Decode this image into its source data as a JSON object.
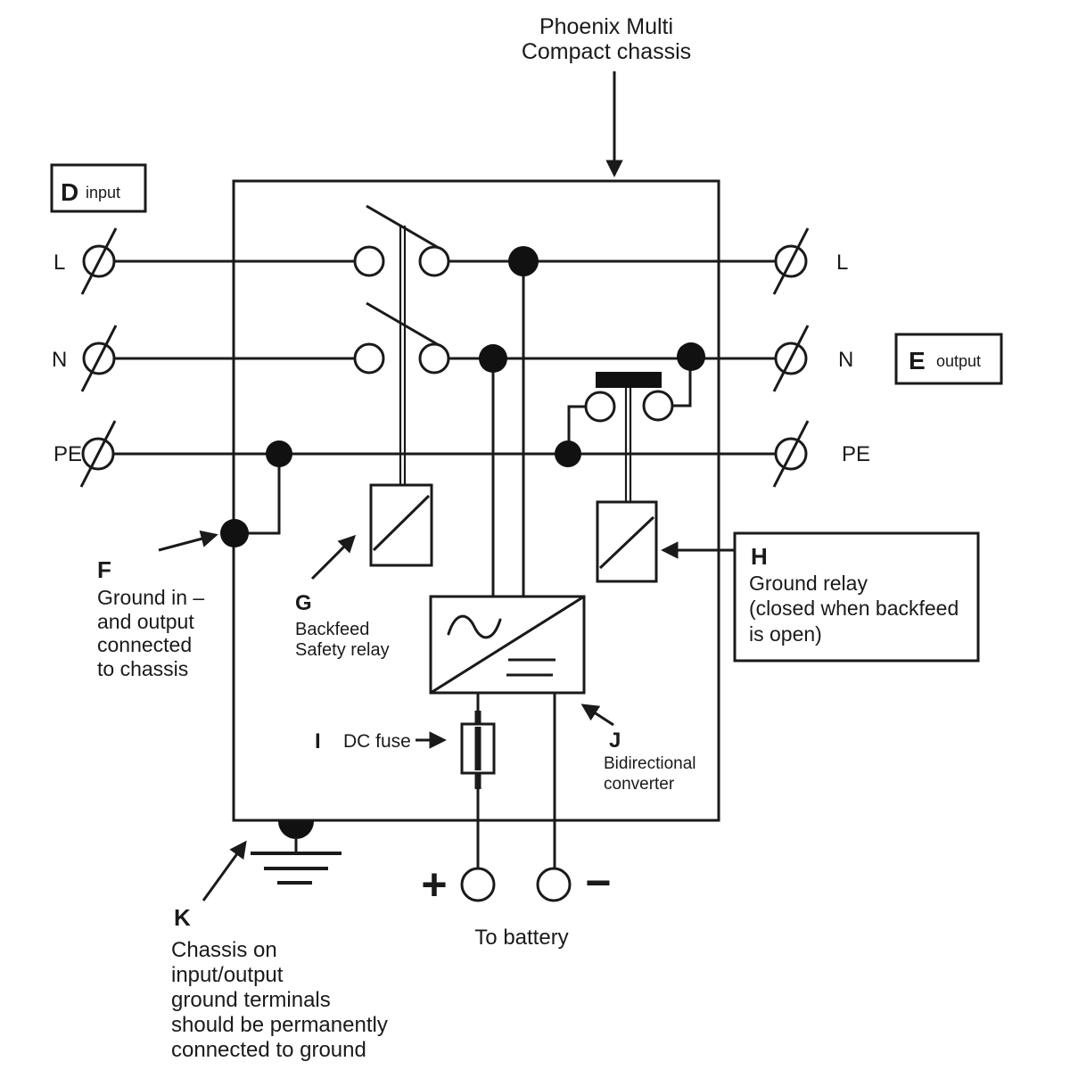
{
  "colors": {
    "ink": "#1a1a1a",
    "background": "#ffffff"
  },
  "title": {
    "lines": [
      "Phoenix Multi",
      "Compact chassis"
    ]
  },
  "input_label": {
    "letter": "D",
    "text": "input"
  },
  "output_label": {
    "letter": "E",
    "text": "output"
  },
  "input_terminals": {
    "l": "L",
    "n": "N",
    "pe": "PE"
  },
  "output_terminals": {
    "l": "L",
    "n": "N",
    "pe": "PE"
  },
  "callouts": {
    "f": {
      "letter": "F",
      "lines": [
        "Ground in –",
        "and output",
        "connected",
        "to chassis"
      ]
    },
    "g": {
      "letter": "G",
      "lines": [
        "Backfeed",
        "Safety relay"
      ]
    },
    "h": {
      "letter": "H",
      "lines": [
        "Ground relay",
        "(closed when backfeed",
        "is open)"
      ]
    },
    "i": {
      "letter": "I",
      "text": "DC fuse"
    },
    "j": {
      "letter": "J",
      "lines": [
        "Bidirectional",
        "converter"
      ]
    },
    "k": {
      "letter": "K",
      "lines": [
        "Chassis on",
        "input/output",
        "ground terminals",
        "should be permanently",
        "connected to ground"
      ]
    }
  },
  "battery": {
    "plus": "+",
    "minus": "−",
    "label": "To battery"
  }
}
